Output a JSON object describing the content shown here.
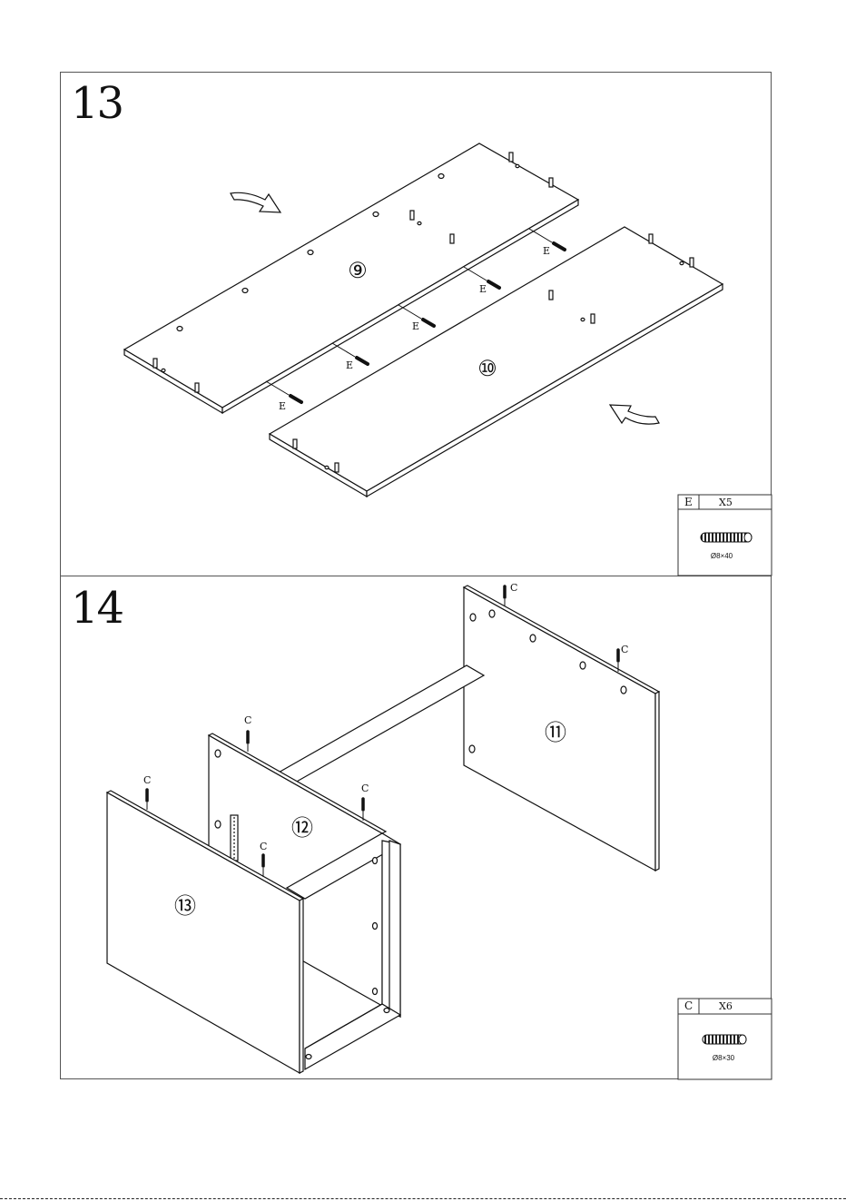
{
  "steps": [
    {
      "number": "13",
      "panels": [
        "⑨",
        "⑩"
      ],
      "dowel_label": "E",
      "parts_box": {
        "code": "E",
        "qty": "X5",
        "size": "Ø8×40"
      }
    },
    {
      "number": "14",
      "panels": [
        "⑪",
        "⑫",
        "⑬"
      ],
      "dowel_label": "C",
      "parts_box": {
        "code": "C",
        "qty": "X6",
        "size": "Ø8×30"
      }
    }
  ]
}
